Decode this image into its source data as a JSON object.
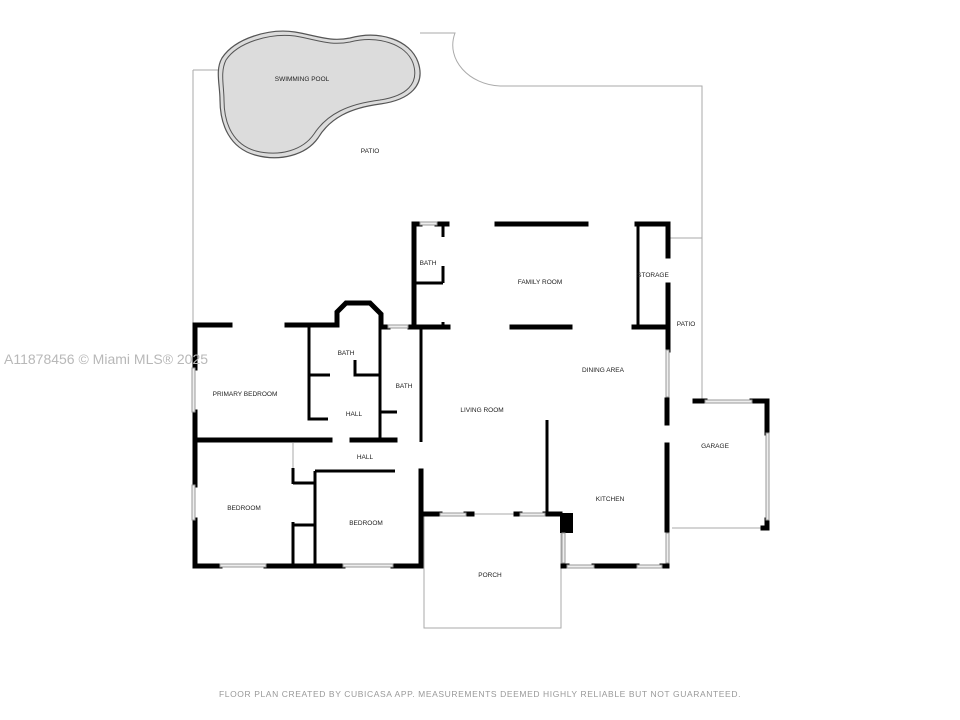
{
  "rooms": {
    "swimming_pool": "SWIMMING POOL",
    "patio_top": "PATIO",
    "bath_family": "BATH",
    "family_room": "FAMILY ROOM",
    "storage": "STORAGE",
    "patio_side": "PATIO",
    "bath_master": "BATH",
    "bath_hall": "BATH",
    "primary_bedroom": "PRIMARY BEDROOM",
    "hall_inner": "HALL",
    "living_room": "LIVING ROOM",
    "dining_area": "DINING AREA",
    "garage": "GARAGE",
    "hall": "HALL",
    "bedroom_left": "BEDROOM",
    "bedroom_center": "BEDROOM",
    "kitchen": "KITCHEN",
    "porch": "PORCH"
  },
  "watermark": "A11878456 © Miami MLS® 2025",
  "footer": "FLOOR PLAN CREATED BY CUBICASA APP. MEASUREMENTS DEEMED HIGHLY RELIABLE BUT NOT GUARANTEED.",
  "colors": {
    "wall": "#000000",
    "pool": "#dcdcdc",
    "outline": "#aaaaaa"
  }
}
